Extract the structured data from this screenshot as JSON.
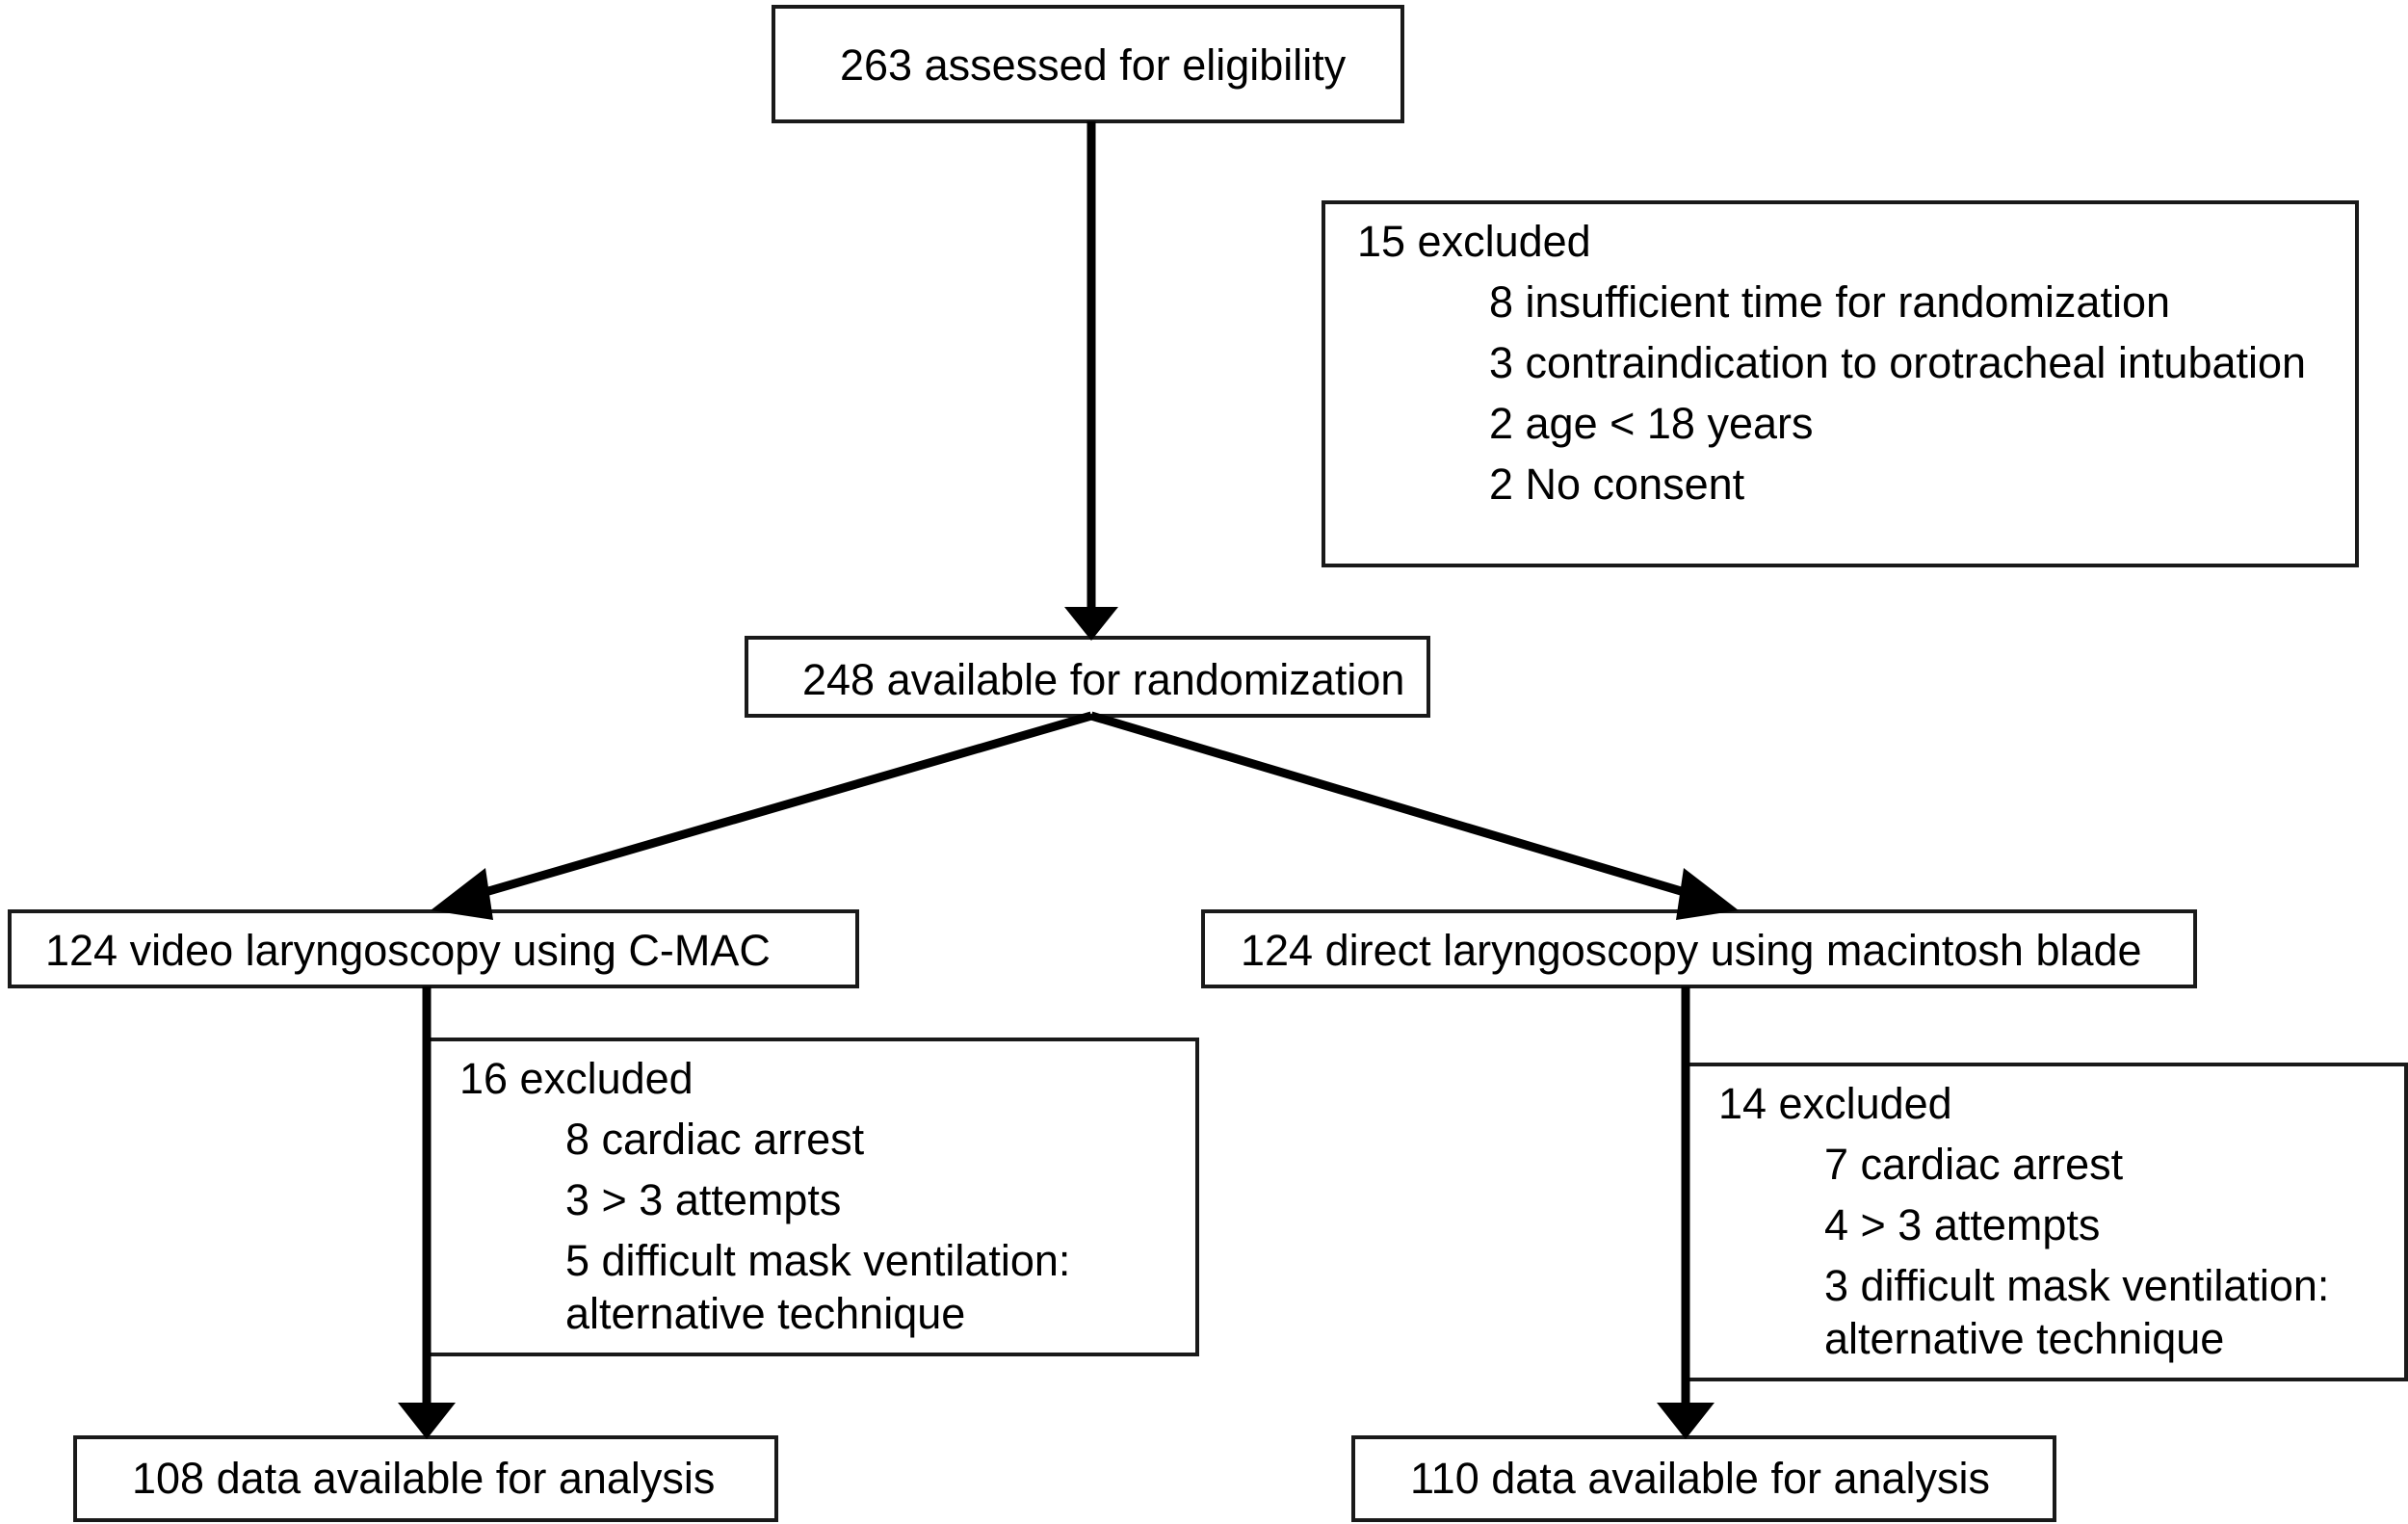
{
  "diagram": {
    "type": "consort-flow-diagram",
    "title": "",
    "nodes": {
      "assessed": {
        "label": "263 assessed for eligibility",
        "count": 263
      },
      "excluded_screening": {
        "heading": "15 excluded",
        "count": 15,
        "reasons": [
          "8 insufficient time for randomization",
          "3 contraindication to orotracheal intubation",
          "2 age < 18 years",
          "2 No consent"
        ]
      },
      "randomized": {
        "label": "248 available for randomization",
        "count": 248
      },
      "arm_video": {
        "label": "124 video laryngoscopy using C-MAC",
        "count": 124
      },
      "arm_direct": {
        "label": "124 direct laryngoscopy using macintosh blade",
        "count": 124
      },
      "excluded_video": {
        "heading": "16 excluded",
        "count": 16,
        "reasons": [
          "8 cardiac arrest",
          "3 > 3 attempts",
          "5 difficult mask ventilation:"
        ],
        "continuation": "alternative technique"
      },
      "excluded_direct": {
        "heading": "14 excluded",
        "count": 14,
        "reasons": [
          "7 cardiac arrest",
          "4 > 3 attempts",
          "3 difficult mask ventilation:"
        ],
        "continuation": "alternative technique"
      },
      "analysis_video": {
        "label": "108 data available for analysis",
        "count": 108
      },
      "analysis_direct": {
        "label": "110 data available for analysis",
        "count": 110
      }
    },
    "colors": {
      "background": "#ffffff",
      "box_border": "#1a1a1a",
      "connector": "#000000",
      "text": "#000000"
    }
  }
}
